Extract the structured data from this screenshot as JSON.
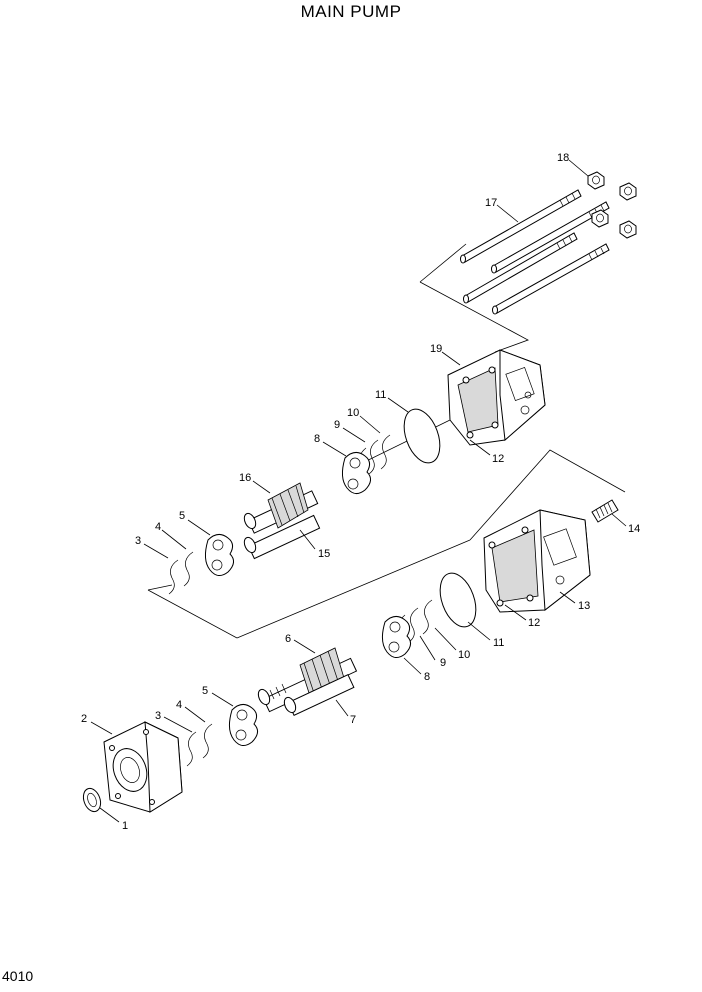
{
  "title": "MAIN PUMP",
  "page_number": "4010",
  "callouts": {
    "c1": "1",
    "c2": "2",
    "c3a": "3",
    "c4a": "4",
    "c5a": "5",
    "c6": "6",
    "c7": "7",
    "c8a": "8",
    "c9a": "9",
    "c10a": "10",
    "c11a": "11",
    "c12a": "12",
    "c13": "13",
    "c14": "14",
    "c3b": "3",
    "c4b": "4",
    "c5b": "5",
    "c16": "16",
    "c15": "15",
    "c8b": "8",
    "c9b": "9",
    "c10b": "10",
    "c11b": "11",
    "c19": "19",
    "c12b": "12",
    "c17": "17",
    "c18": "18"
  }
}
